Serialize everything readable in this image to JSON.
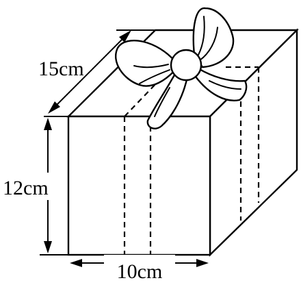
{
  "labels": {
    "depth": "15cm",
    "height": "12cm",
    "width": "10cm"
  }
}
